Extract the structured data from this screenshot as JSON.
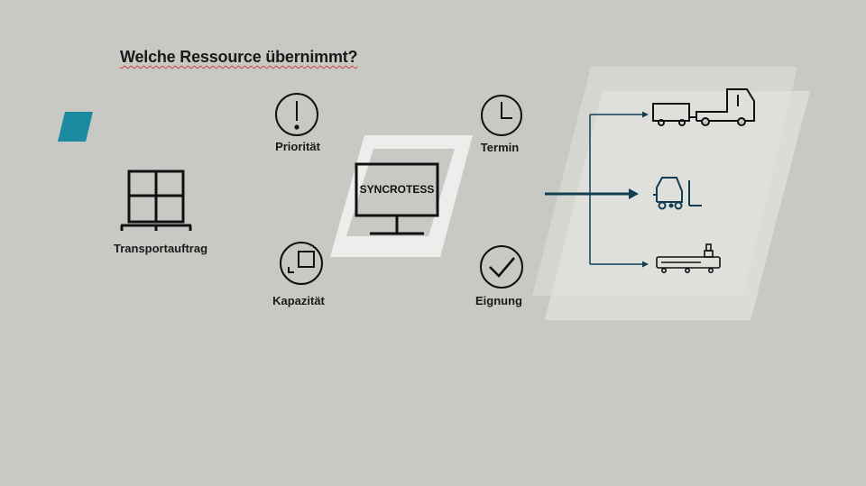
{
  "title": "Welche Ressource übernimmt?",
  "transport_label": "Transportauftrag",
  "criteria": {
    "priority": "Priorität",
    "deadline": "Termin",
    "capacity": "Kapazität",
    "suitability": "Eignung"
  },
  "system_label": "SYNCROTESS",
  "resources": [
    "truck-with-trailer-icon",
    "forklift-icon",
    "agv-icon"
  ],
  "colors": {
    "background": "#c8c8c4",
    "accent": "#1a8aa0",
    "arrow": "#123e52",
    "panel": "#e4e4e2"
  }
}
